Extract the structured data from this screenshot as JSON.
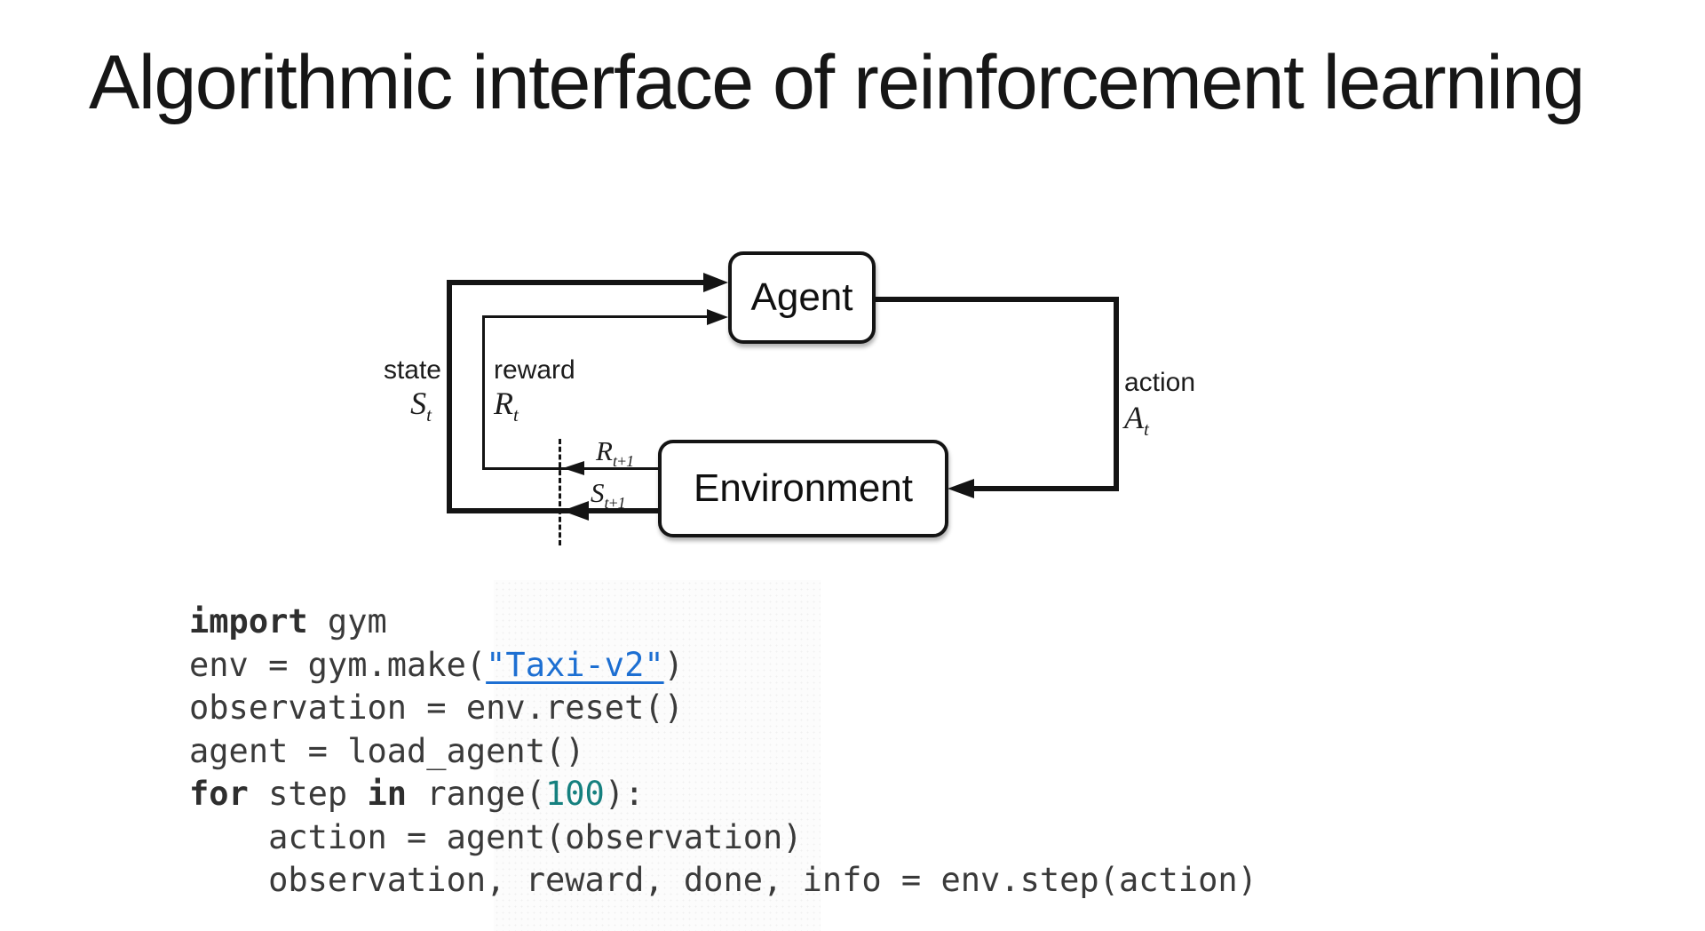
{
  "title": "Algorithmic interface of reinforcement learning",
  "diagram": {
    "agent_label": "Agent",
    "environment_label": "Environment",
    "labels": {
      "state": "state",
      "reward": "reward",
      "action": "action"
    },
    "symbols": {
      "state_base": "S",
      "state_sub": "t",
      "reward_base": "R",
      "reward_sub": "t",
      "reward_next_base": "R",
      "reward_next_sub": "t+1",
      "state_next_base": "S",
      "state_next_sub": "t+1",
      "action_base": "A",
      "action_sub": "t"
    }
  },
  "code": {
    "lines": [
      [
        {
          "c": "kw",
          "t": "import"
        },
        {
          "c": "plain",
          "t": " gym"
        }
      ],
      [
        {
          "c": "plain",
          "t": "env = gym.make("
        },
        {
          "c": "link",
          "t": "\"Taxi-v2\""
        },
        {
          "c": "plain",
          "t": ")"
        }
      ],
      [
        {
          "c": "plain",
          "t": "observation = env.reset()"
        }
      ],
      [
        {
          "c": "plain",
          "t": "agent = load_agent()"
        }
      ],
      [
        {
          "c": "kw",
          "t": "for"
        },
        {
          "c": "plain",
          "t": " step "
        },
        {
          "c": "kw",
          "t": "in"
        },
        {
          "c": "plain",
          "t": " range("
        },
        {
          "c": "num",
          "t": "100"
        },
        {
          "c": "plain",
          "t": "):"
        }
      ],
      [
        {
          "c": "plain",
          "t": "    action = agent(observation)"
        }
      ],
      [
        {
          "c": "plain",
          "t": "    observation, reward, done, info = env.step(action)"
        }
      ]
    ]
  },
  "colors": {
    "line": "#141414",
    "code_text": "#3a3a3a",
    "keyword": "#2e2e2e",
    "number": "#15807f",
    "link": "#1d6fd2"
  }
}
